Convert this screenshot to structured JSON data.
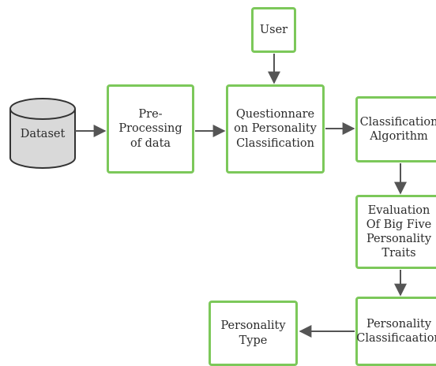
{
  "nodes": {
    "dataset": "Dataset",
    "preprocessing": "Pre-Processing\nof data",
    "user": "User",
    "questionnaire": "Questionnare\non Personality\nClassification",
    "classification_algorithm": "Classification\nAlgorithm",
    "evaluation": "Evaluation\nOf Big Five\nPersonality\nTraits",
    "personality_classification": "Personality\nClassificaation",
    "personality_type": "Personality\nType"
  },
  "colors": {
    "box_border": "#7cc85a",
    "arrow": "#555555",
    "cylinder_fill": "#d9d9d9",
    "cylinder_stroke": "#333333"
  }
}
